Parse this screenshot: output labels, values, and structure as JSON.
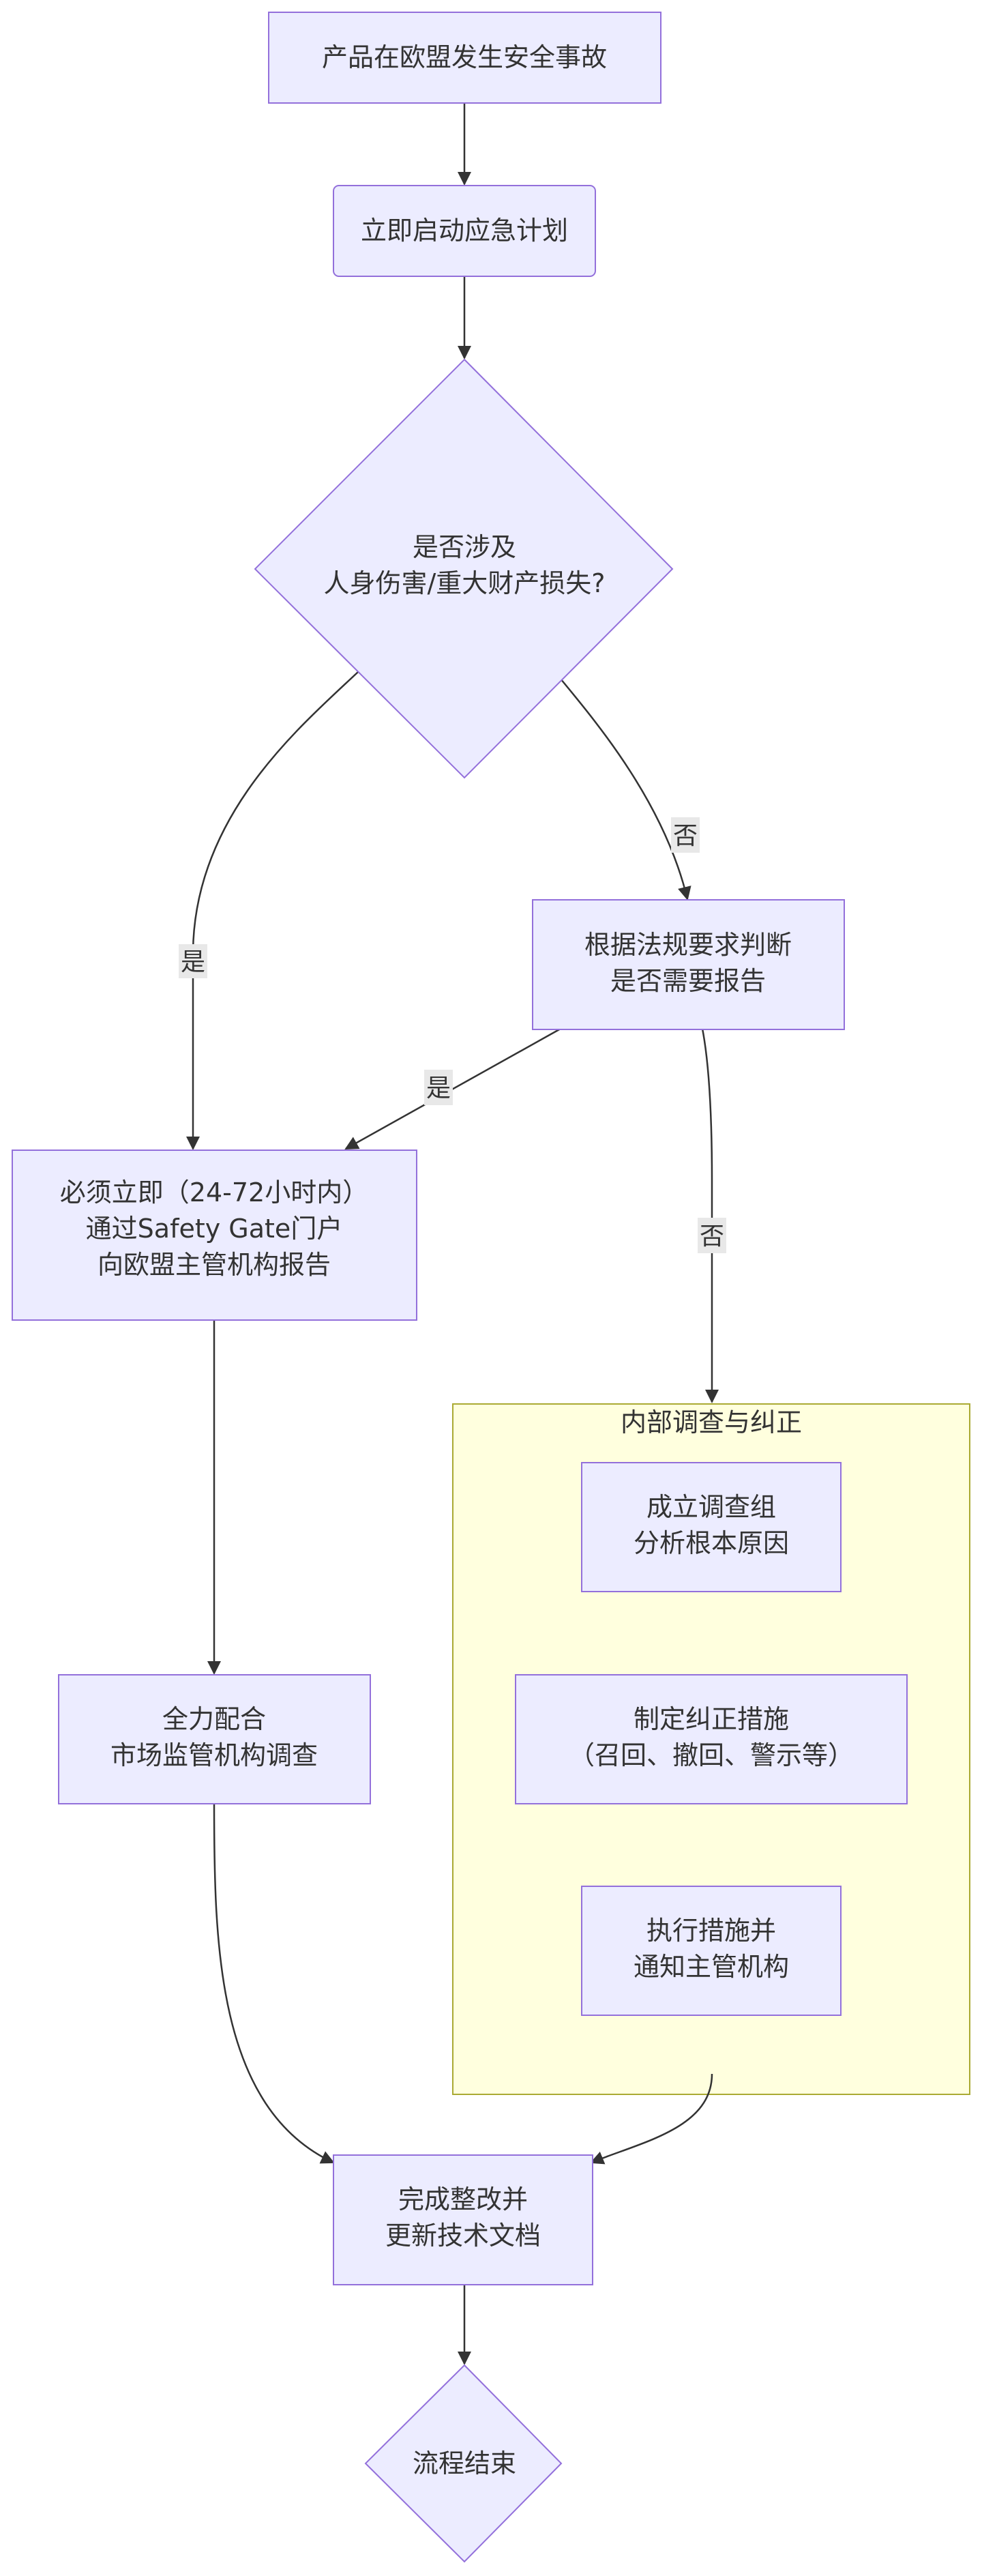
{
  "nodes": {
    "incident": "产品在欧盟发生安全事故",
    "emergency": "立即启动应急计划",
    "decision1": [
      "是否涉及",
      "人身伤害/重大财产损失?"
    ],
    "regulation": [
      "根据法规要求判断",
      "是否需要报告"
    ],
    "report": [
      "必须立即（24-72小时内）",
      "通过Safety Gate门户",
      "向欧盟主管机构报告"
    ],
    "cooperate": [
      "全力配合",
      "市场监管机构调查"
    ],
    "investigate": [
      "成立调查组",
      "分析根本原因"
    ],
    "corrective": [
      "制定纠正措施",
      "（召回、撤回、警示等）"
    ],
    "execute": [
      "执行措施并",
      "通知主管机构"
    ],
    "complete": [
      "完成整改并",
      "更新技术文档"
    ],
    "end": "流程结束"
  },
  "cluster": {
    "title": "内部调查与纠正"
  },
  "edge_labels": {
    "d1_yes": "是",
    "d1_no": "否",
    "reg_yes": "是",
    "reg_no": "否"
  },
  "colors": {
    "node_fill": "#ECECFF",
    "node_stroke": "#9370DB",
    "cluster_fill": "#FFFFDE",
    "cluster_stroke": "#AAAA33",
    "edge": "#333333"
  }
}
